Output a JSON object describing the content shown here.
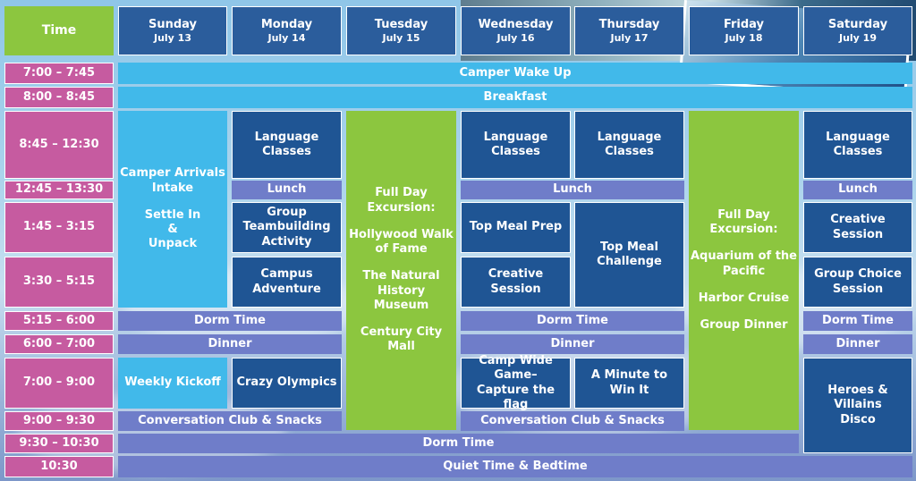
{
  "header": {
    "time_label": "Time",
    "days": [
      {
        "name": "Sunday",
        "date": "July 13"
      },
      {
        "name": "Monday",
        "date": "July 14"
      },
      {
        "name": "Tuesday",
        "date": "July 15"
      },
      {
        "name": "Wednesday",
        "date": "July 16"
      },
      {
        "name": "Thursday",
        "date": "July 17"
      },
      {
        "name": "Friday",
        "date": "July 18"
      },
      {
        "name": "Saturday",
        "date": "July 19"
      }
    ]
  },
  "times": [
    "7:00 – 7:45",
    "8:00 – 8:45",
    "8:45 – 12:30",
    "12:45 – 13:30",
    "1:45 – 3:15",
    "3:30 – 5:15",
    "5:15 – 6:00",
    "6:00 – 7:00",
    "7:00 – 9:00",
    "9:00 – 9:30",
    "9:30 – 10:30",
    "10:30"
  ],
  "shared": {
    "wake_up": "Camper Wake Up",
    "breakfast": "Breakfast",
    "dorm_time": "Dorm Time",
    "quiet_time": "Quiet Time & Bedtime"
  },
  "sunday": {
    "arrivals_1": "Camper Arrivals",
    "arrivals_2": "Intake",
    "settle_1": "Settle In",
    "settle_2": "&",
    "settle_3": "Unpack",
    "weekly_kickoff": "Weekly Kickoff"
  },
  "sun_mon": {
    "dorm_time": "Dorm Time",
    "dinner": "Dinner",
    "conversation": "Conversation Club & Snacks"
  },
  "monday": {
    "language": "Language Classes",
    "lunch": "Lunch",
    "team_1": "Group",
    "team_2": "Teambuilding",
    "team_3": "Activity",
    "campus": "Campus Adventure",
    "olympics": "Crazy Olympics"
  },
  "tuesday": {
    "line_1": "Full Day",
    "line_2": "Excursion:",
    "line_3": "Hollywood Walk",
    "line_4": "of Fame",
    "line_5": "The Natural",
    "line_6": "History Museum",
    "line_7": "Century City",
    "line_8": "Mall"
  },
  "wed_thu": {
    "lunch": "Lunch",
    "dorm_time": "Dorm Time",
    "dinner": "Dinner",
    "conversation": "Conversation Club & Snacks"
  },
  "wednesday": {
    "language": "Language Classes",
    "meal_prep": "Top Meal Prep",
    "creative": "Creative Session",
    "game_1": "Camp Wide Game–",
    "game_2": "Capture the flag"
  },
  "thursday": {
    "language": "Language Classes",
    "challenge_1": "Top Meal",
    "challenge_2": "Challenge",
    "minute": "A Minute to Win It"
  },
  "friday": {
    "line_1": "Full Day",
    "line_2": "Excursion:",
    "line_3": "Aquarium of the",
    "line_4": "Pacific",
    "line_5": "Harbor Cruise",
    "line_6": "Group Dinner"
  },
  "saturday": {
    "language": "Language Classes",
    "lunch": "Lunch",
    "creative": "Creative Session",
    "choice_1": "Group Choice",
    "choice_2": "Session",
    "dorm_time": "Dorm Time",
    "dinner": "Dinner",
    "disco_1": "Heroes & Villains",
    "disco_2": "Disco"
  },
  "colors": {
    "header_blue": "#2b5d9c",
    "time_pink": "#c65ba0",
    "time_green": "#8cc63f",
    "cyan": "#41b9ea",
    "navy": "#1f5594",
    "lavender": "#6f7dc9"
  }
}
